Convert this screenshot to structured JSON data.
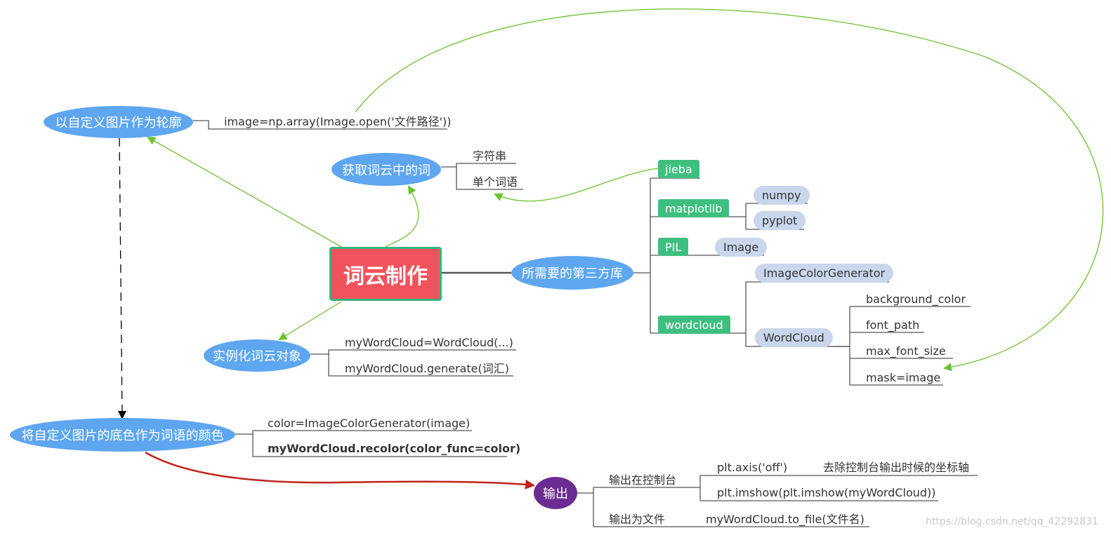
{
  "center": "词云制作",
  "nodes": {
    "outline": "以自定义图片作为轮廓",
    "get_words": "获取词云中的词",
    "instance": "实例化词云对象",
    "libs": "所需要的第三方库",
    "bg_color": "将自定义图片的底色作为词语的颜色",
    "output": "输出"
  },
  "outline_code": "image=np.array(Image.open('文件路径'))",
  "get_words_items": [
    "字符串",
    "单个词语"
  ],
  "instance_items": [
    "myWordCloud=WordCloud(...)",
    "myWordCloud.generate(词汇)"
  ],
  "libraries": {
    "jieba": "jieba",
    "matplotlib": "matplotlib",
    "numpy": "numpy",
    "pyplot": "pyplot",
    "pil": "PIL",
    "image": "Image",
    "wordcloud": "wordcloud",
    "image_color_generator": "ImageColorGenerator",
    "wordcloud_class": "WordCloud",
    "params": [
      "background_color",
      "font_path",
      "max_font_size",
      "mask=image"
    ]
  },
  "color_items": [
    "color=ImageColorGenerator(image)",
    "myWordCloud.recolor(color_func=color)"
  ],
  "output_items": {
    "console": "输出在控制台",
    "axis": "plt.axis('off')",
    "axis_note": "去除控制台输出时候的坐标轴",
    "imshow": "plt.imshow(plt.imshow(myWordCloud))",
    "file": "输出为文件",
    "to_file": "myWordCloud.to_file(文件名)"
  },
  "watermark": "https://blog.csdn.net/qq_42292831",
  "colors": {
    "oval": "#5ea6ef",
    "center": "#f0535c",
    "lib": "#3fbf7f",
    "pill": "#c9d6ec",
    "output": "#6b2c91",
    "arrow_green": "#6cc22e",
    "arrow_red": "#c0241c"
  }
}
